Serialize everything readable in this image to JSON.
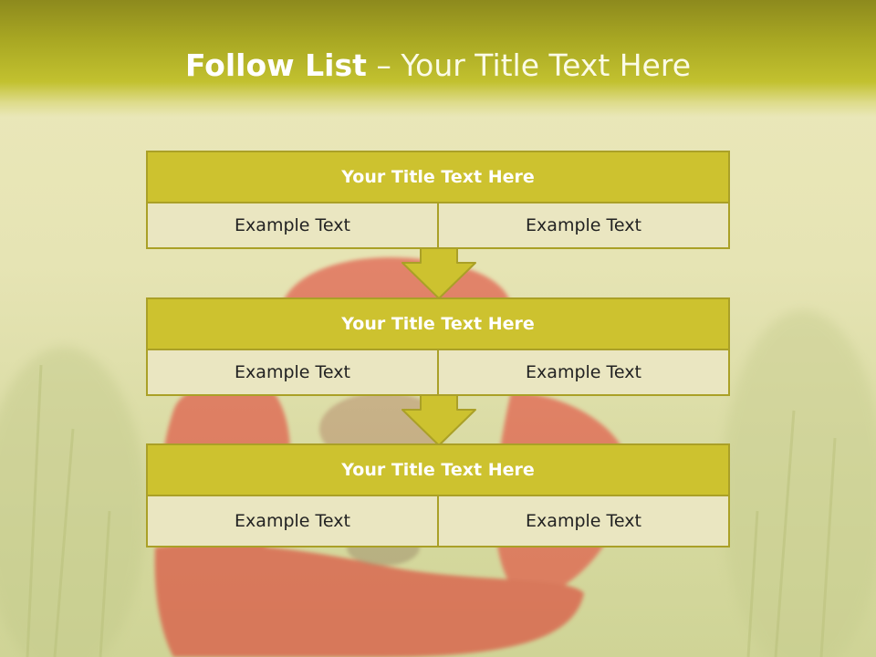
{
  "slide": {
    "title_bold": "Follow List",
    "title_rest": "– Your Title Text Here"
  },
  "steps": [
    {
      "title": "Your Title Text Here",
      "left": "Example Text",
      "right": "Example Text"
    },
    {
      "title": "Your Title Text Here",
      "left": "Example Text",
      "right": "Example Text"
    },
    {
      "title": "Your Title Text Here",
      "left": "Example Text",
      "right": "Example Text"
    }
  ],
  "colors": {
    "header_fill": "#cdc22f",
    "border": "#aaa027",
    "cell_fill": "#eae6c1",
    "title_bar": "#a9a823",
    "poppy": "#e0605a"
  },
  "icons": {
    "arrow": "down-arrow-icon"
  }
}
